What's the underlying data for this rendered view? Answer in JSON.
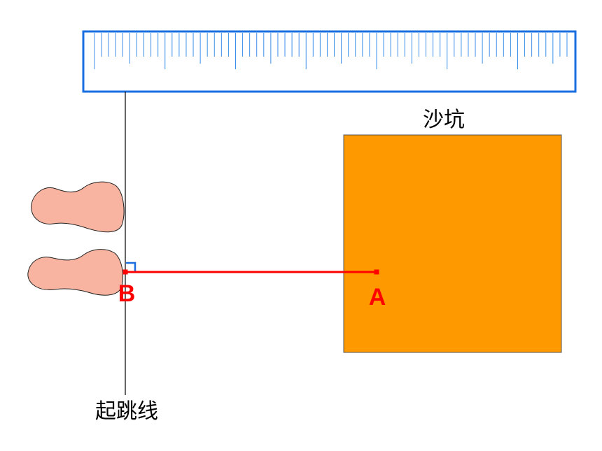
{
  "labels": {
    "sand_pit": "沙坑",
    "takeoff_line": "起跳线",
    "point_a": "A",
    "point_b": "B"
  },
  "ruler": {
    "tick_count": 68
  },
  "colors": {
    "ruler_stroke": "#1a6fe0",
    "ruler_tick": "#3d8ee8",
    "sand_pit_fill": "#ff9900",
    "sand_pit_stroke": "#555555",
    "footprint_fill": "#f8b4a0",
    "measure_line": "#ff0000",
    "right_angle_mark": "#1a6fe0"
  }
}
